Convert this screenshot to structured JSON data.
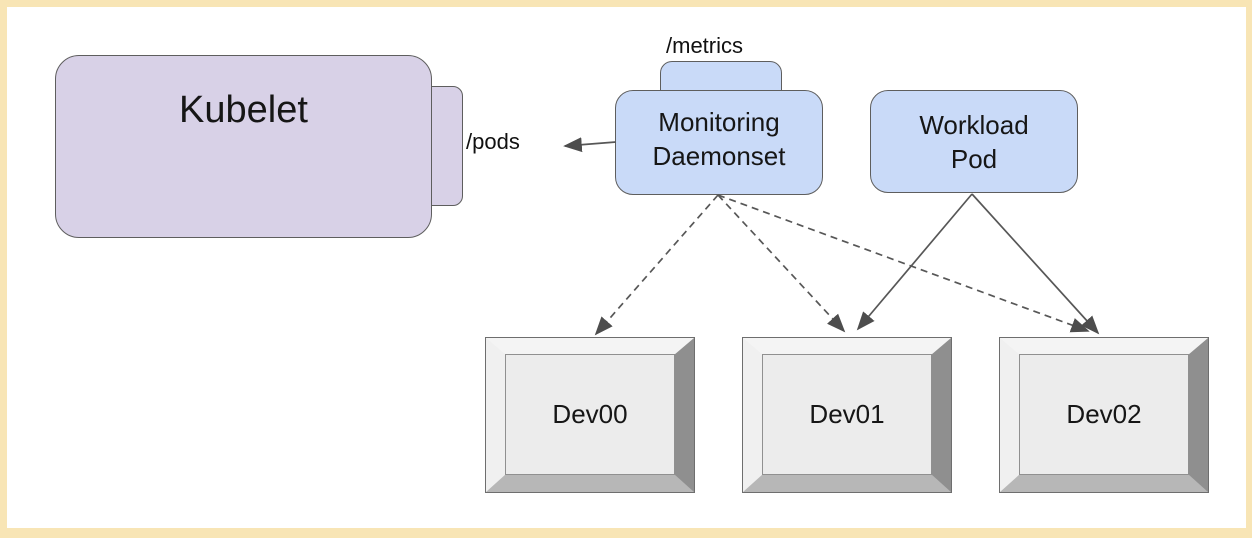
{
  "diagram": {
    "type": "architecture-diagram",
    "nodes": {
      "kubelet": {
        "label": "Kubelet",
        "shape": "rounded-rect",
        "fill": "#d8d1e7"
      },
      "monitoring_daemonset": {
        "label": "Monitoring\nDaemonset",
        "shape": "rounded-rect",
        "fill": "#c9daf8"
      },
      "workload_pod": {
        "label": "Workload\nPod",
        "shape": "rounded-rect",
        "fill": "#c9daf8"
      },
      "dev00": {
        "label": "Dev00",
        "shape": "beveled-box",
        "fill": "#ececec"
      },
      "dev01": {
        "label": "Dev01",
        "shape": "beveled-box",
        "fill": "#ececec"
      },
      "dev02": {
        "label": "Dev02",
        "shape": "beveled-box",
        "fill": "#ececec"
      }
    },
    "endpoints": {
      "pods": {
        "label": "/pods",
        "attached_to": "kubelet",
        "fill": "#d8d1e7"
      },
      "metrics": {
        "label": "/metrics",
        "attached_to": "monitoring_daemonset",
        "fill": "#c9daf8"
      }
    },
    "edges": [
      {
        "from": "monitoring_daemonset",
        "to": "kubelet:/pods",
        "style": "solid",
        "arrow": "end"
      },
      {
        "from": "monitoring_daemonset",
        "to": "dev00",
        "style": "dashed",
        "arrow": "end"
      },
      {
        "from": "monitoring_daemonset",
        "to": "dev01",
        "style": "dashed",
        "arrow": "end"
      },
      {
        "from": "monitoring_daemonset",
        "to": "dev02",
        "style": "dashed",
        "arrow": "end"
      },
      {
        "from": "workload_pod",
        "to": "dev01",
        "style": "solid",
        "arrow": "end"
      },
      {
        "from": "workload_pod",
        "to": "dev02",
        "style": "solid",
        "arrow": "end"
      }
    ],
    "colors": {
      "frame_border": "#f8e5b5",
      "canvas_background": "#ffffff",
      "kubelet_fill": "#d8d1e7",
      "pod_fill": "#c9daf8",
      "shape_stroke": "#5e5e5e",
      "edge_stroke": "#575757",
      "arrowhead": "#4d4d4d",
      "device_face": "#ececec",
      "device_bevel_dark": "#8f8f8f",
      "device_bevel_bottom": "#b7b7b7"
    }
  }
}
